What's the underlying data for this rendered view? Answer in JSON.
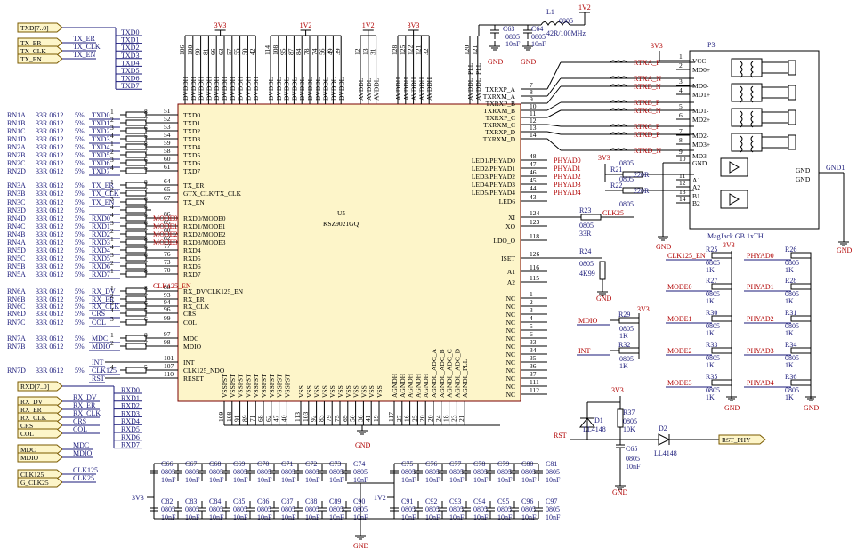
{
  "ic": {
    "ref": "U5",
    "part": "KSZ9021GQ",
    "left_pins": [
      {
        "num": "51",
        "name": "TXD0"
      },
      {
        "num": "52",
        "name": "TXD1"
      },
      {
        "num": "53",
        "name": "TXD2"
      },
      {
        "num": "54",
        "name": "TXD3"
      },
      {
        "num": "59",
        "name": "TXD4"
      },
      {
        "num": "58",
        "name": "TXD5"
      },
      {
        "num": "60",
        "name": "TXD6"
      },
      {
        "num": "61",
        "name": "TXD7"
      },
      {
        "num": "64",
        "name": "TX_ER"
      },
      {
        "num": "65",
        "name": "GTX_CLK/TX_CLK"
      },
      {
        "num": "67",
        "name": "TX_EN"
      },
      {
        "num": "86",
        "name": "RXD0/MODE0"
      },
      {
        "num": "85",
        "name": "RXD1/MODE1"
      },
      {
        "num": "80",
        "name": "RXD2/MODE2"
      },
      {
        "num": "82",
        "name": "RXD3/MODE3"
      },
      {
        "num": "77",
        "name": "RXD4"
      },
      {
        "num": "76",
        "name": "RXD5"
      },
      {
        "num": "73",
        "name": "RXD6"
      },
      {
        "num": "70",
        "name": "RXD7"
      },
      {
        "num": "88",
        "name": "RX_DV/CLK125_EN"
      },
      {
        "num": "93",
        "name": "RX_ER"
      },
      {
        "num": "94",
        "name": "RX_CLK"
      },
      {
        "num": "96",
        "name": "CRS"
      },
      {
        "num": "99",
        "name": "COL"
      },
      {
        "num": "97",
        "name": "MDC"
      },
      {
        "num": "98",
        "name": "MDIO"
      },
      {
        "num": "101",
        "name": "INT"
      },
      {
        "num": "107",
        "name": "CLK125_NDO"
      },
      {
        "num": "110",
        "name": "RESET"
      }
    ],
    "right_pins": [
      {
        "num": "7",
        "name": "TXRXP_A"
      },
      {
        "num": "8",
        "name": "TXRXM_A"
      },
      {
        "num": "9",
        "name": "TXRXP_B"
      },
      {
        "num": "10",
        "name": "TXRXM_B"
      },
      {
        "num": "11",
        "name": "TXRXP_C"
      },
      {
        "num": "12",
        "name": "TXRXM_C"
      },
      {
        "num": "13",
        "name": "TXRXP_D"
      },
      {
        "num": "14",
        "name": "TXRXM_D"
      },
      {
        "num": "48",
        "name": "LED1/PHYAD0"
      },
      {
        "num": "47",
        "name": "LED2/PHYAD1"
      },
      {
        "num": "46",
        "name": "LED3/PHYAD2"
      },
      {
        "num": "45",
        "name": "LED4/PHYAD3"
      },
      {
        "num": "44",
        "name": "LED5/PHYAD4"
      },
      {
        "num": "43",
        "name": "LED6"
      },
      {
        "num": "124",
        "name": "XI"
      },
      {
        "num": "123",
        "name": "XO"
      },
      {
        "num": "118",
        "name": "LDO_O"
      },
      {
        "num": "126",
        "name": "ISET"
      },
      {
        "num": "116",
        "name": "A1"
      },
      {
        "num": "115",
        "name": "A2"
      },
      {
        "num": "1",
        "name": "NC"
      },
      {
        "num": "2",
        "name": "NC"
      },
      {
        "num": "3",
        "name": "NC"
      },
      {
        "num": "4",
        "name": "NC"
      },
      {
        "num": "5",
        "name": "NC"
      },
      {
        "num": "6",
        "name": "NC"
      },
      {
        "num": "33",
        "name": "NC"
      },
      {
        "num": "34",
        "name": "NC"
      },
      {
        "num": "35",
        "name": "NC"
      },
      {
        "num": "36",
        "name": "NC"
      },
      {
        "num": "37",
        "name": "NC"
      },
      {
        "num": "111",
        "name": "NC"
      },
      {
        "num": "112",
        "name": "NC"
      }
    ],
    "top_groups": [
      {
        "rail": "3V3",
        "names": [
          "DVDDH",
          "DVDDH",
          "DVDDH",
          "DVDDH",
          "DVDDH",
          "DVDDH",
          "DVDDH",
          "DVDDH",
          "DVDDH",
          "DVDDH"
        ],
        "nums": [
          "106",
          "100",
          "90",
          "81",
          "66",
          "63",
          "57",
          "55",
          "50",
          "42"
        ]
      },
      {
        "rail": "1V2",
        "names": [
          "DVDDL",
          "DVDDL",
          "DVDDL",
          "DVDDL",
          "DVDDL",
          "DVDDL",
          "DVDDL",
          "DVDDL",
          "DVDDL",
          "DVDDL"
        ],
        "nums": [
          "114",
          "108",
          "95",
          "87",
          "84",
          "78",
          "74",
          "56",
          "49",
          "39"
        ]
      },
      {
        "rail": "1V2",
        "names": [
          "AVDDL",
          "AVDDL",
          "AVDDL"
        ],
        "nums": [
          "12",
          "13",
          "31"
        ]
      },
      {
        "rail": "3V3",
        "names": [
          "AVDDH",
          "AVDDH",
          "AVDDH",
          "AVDDH",
          "AVDDH"
        ],
        "nums": [
          "128",
          "125",
          "122",
          "121",
          "32"
        ]
      },
      {
        "rail": "",
        "names": [
          "AVDDL_PLL",
          "AVDDL_PLL"
        ],
        "nums": [
          "120",
          "121"
        ]
      }
    ],
    "bottom_groups": [
      {
        "names": [
          "VSSPST",
          "VSSPST",
          "VSSPST",
          "VSSPST",
          "VSSPST",
          "VSSPST",
          "VSSPST",
          "VSSPST",
          "VSSPST"
        ],
        "nums": [
          "109",
          "108",
          "91",
          "89",
          "71",
          "68",
          "62",
          "47",
          "40"
        ]
      },
      {
        "names": [
          "VSS",
          "VSS",
          "VSS",
          "VSS",
          "VSS",
          "VSS",
          "VSS",
          "VSS",
          "VSS",
          "VSS",
          "VSS"
        ],
        "nums": [
          "113",
          "103",
          "92",
          "83",
          "79",
          "75",
          "69",
          "50",
          "38",
          "41",
          "19"
        ]
      },
      {
        "names": [
          "AGNDH",
          "AGNDH",
          "AGNDH",
          "AGNDH",
          "AGNDH",
          "AGNDL_ADC_A",
          "AGNDL_ADC_B",
          "AGNDL_ADC_C",
          "AGNDL_ADC_D",
          "AGNDL_PLL"
        ],
        "nums": [
          "117",
          "27",
          "16",
          "25",
          "20",
          "20",
          "24",
          "18",
          "23",
          "21"
        ]
      }
    ]
  },
  "left_resistors": [
    {
      "ref": "RN1A",
      "val": "33R 0612",
      "tol": "5%",
      "net": "TXD0",
      "a": "1",
      "b": "8"
    },
    {
      "ref": "RN1B",
      "val": "33R 0612",
      "tol": "5%",
      "net": "TXD1",
      "a": "2",
      "b": "7"
    },
    {
      "ref": "RN1C",
      "val": "33R 0612",
      "tol": "5%",
      "net": "TXD2",
      "a": "3",
      "b": "6"
    },
    {
      "ref": "RN1D",
      "val": "33R 0612",
      "tol": "5%",
      "net": "TXD3",
      "a": "4",
      "b": "5"
    },
    {
      "ref": "RN2A",
      "val": "33R 0612",
      "tol": "5%",
      "net": "TXD4",
      "a": "1",
      "b": "8"
    },
    {
      "ref": "RN2B",
      "val": "33R 0612",
      "tol": "5%",
      "net": "TXD5",
      "a": "2",
      "b": "7"
    },
    {
      "ref": "RN2C",
      "val": "33R 0612",
      "tol": "5%",
      "net": "TXD6",
      "a": "3",
      "b": "6"
    },
    {
      "ref": "RN2D",
      "val": "33R 0612",
      "tol": "5%",
      "net": "TXD7",
      "a": "4",
      "b": "5"
    },
    {
      "ref": "RN3A",
      "val": "33R 0612",
      "tol": "5%",
      "net": "TX_ER",
      "a": "1",
      "b": "8"
    },
    {
      "ref": "RN3B",
      "val": "33R 0612",
      "tol": "5%",
      "net": "TX_CLK",
      "a": "2",
      "b": "7"
    },
    {
      "ref": "RN3C",
      "val": "33R 0612",
      "tol": "5%",
      "net": "TX_EN",
      "a": "3",
      "b": "6"
    },
    {
      "ref": "RN3D",
      "val": "33R 0612",
      "tol": "5%",
      "net": "",
      "a": "4",
      "b": "5"
    },
    {
      "ref": "RN4D",
      "val": "33R 0612",
      "tol": "5%",
      "net": "RXD0",
      "a": "4",
      "b": "5"
    },
    {
      "ref": "RN4C",
      "val": "33R 0612",
      "tol": "5%",
      "net": "RXD1",
      "a": "3",
      "b": "6"
    },
    {
      "ref": "RN4B",
      "val": "33R 0612",
      "tol": "5%",
      "net": "RXD2",
      "a": "2",
      "b": "7"
    },
    {
      "ref": "RN4A",
      "val": "33R 0612",
      "tol": "5%",
      "net": "RXD3",
      "a": "1",
      "b": "8"
    },
    {
      "ref": "RN5D",
      "val": "33R 0612",
      "tol": "5%",
      "net": "RXD4",
      "a": "4",
      "b": "5"
    },
    {
      "ref": "RN5C",
      "val": "33R 0612",
      "tol": "5%",
      "net": "RXD5",
      "a": "3",
      "b": "6"
    },
    {
      "ref": "RN5B",
      "val": "33R 0612",
      "tol": "5%",
      "net": "RXD6",
      "a": "2",
      "b": "7"
    },
    {
      "ref": "RN5A",
      "val": "33R 0612",
      "tol": "5%",
      "net": "RXD7",
      "a": "1",
      "b": "8"
    },
    {
      "ref": "RN6A",
      "val": "33R 0612",
      "tol": "5%",
      "net": "RX_DV",
      "a": "1",
      "b": "8"
    },
    {
      "ref": "RN6B",
      "val": "33R 0612",
      "tol": "5%",
      "net": "RX_ER",
      "a": "2",
      "b": "7"
    },
    {
      "ref": "RN6C",
      "val": "33R 0612",
      "tol": "5%",
      "net": "RX_CLK",
      "a": "3",
      "b": "6"
    },
    {
      "ref": "RN6D",
      "val": "33R 0612",
      "tol": "5%",
      "net": "CRS",
      "a": "4",
      "b": "5"
    },
    {
      "ref": "RN7C",
      "val": "33R 0612",
      "tol": "5%",
      "net": "COL",
      "a": "3",
      "b": "6"
    },
    {
      "ref": "RN7A",
      "val": "33R 0612",
      "tol": "5%",
      "net": "MDC",
      "a": "1",
      "b": "8"
    },
    {
      "ref": "RN7B",
      "val": "33R 0612",
      "tol": "5%",
      "net": "MDIO",
      "a": "2",
      "b": "7"
    },
    {
      "ref": "RN7D",
      "val": "33R 0612",
      "tol": "5%",
      "net": "CLK125",
      "a": "4",
      "b": "5"
    }
  ],
  "mode_labels": [
    "MODE0",
    "MODE1",
    "MODE2",
    "MODE3"
  ],
  "clk125_en_label": "CLK125_EN",
  "int_label": "INT",
  "rst_label": "RST",
  "ports_left": [
    {
      "name": "TXD[7..0]"
    },
    {
      "name": "TX_ER"
    },
    {
      "name": "TX_CLK"
    },
    {
      "name": "TX_EN"
    },
    {
      "name": "RXD[7..0]"
    },
    {
      "name": "RX_DV"
    },
    {
      "name": "RX_ER"
    },
    {
      "name": "RX_CLK"
    },
    {
      "name": "CRS"
    },
    {
      "name": "COL"
    },
    {
      "name": "MDC"
    },
    {
      "name": "MDIO"
    },
    {
      "name": "CLK125"
    },
    {
      "name": "G_CLK25"
    }
  ],
  "tx_bus_nets": [
    "TXD0",
    "TXD1",
    "TXD2",
    "TXD3",
    "TXD4",
    "TXD5",
    "TXD6",
    "TXD7"
  ],
  "rx_bus_nets": [
    "RXD0",
    "RXD1",
    "RXD2",
    "RXD3",
    "RXD4",
    "RXD5",
    "RXD6",
    "RXD7"
  ],
  "ctl_tx_nets": [
    "TX_ER",
    "TX_CLK",
    "TX_EN"
  ],
  "ctl_rx_nets": [
    "RX_DV",
    "RX_ER",
    "RX_CLK",
    "CRS",
    "COL"
  ],
  "mdio_nets": [
    "MDC",
    "MDIO"
  ],
  "clk_nets": [
    "CLK125",
    "CLK25"
  ],
  "inductor": {
    "ref": "L1",
    "pkg": "0805",
    "val": "42R/100MHz",
    "rail": "1V2"
  },
  "c63": {
    "ref": "C63",
    "pkg": "0805",
    "val": "10nF"
  },
  "c64": {
    "ref": "C64",
    "pkg": "0805",
    "val": "10nF"
  },
  "gnd": "GND",
  "rail_3v3": "3V3",
  "rail_1v2": "1V2",
  "rtx_nets": [
    "RTXA_P",
    "RTXA_N",
    "RTXB_N",
    "RTXB_P",
    "RTXC_N",
    "RTXC_P",
    "RTXD_P",
    "RTXD_N"
  ],
  "phyad_nets": [
    "PHYAD0",
    "PHYAD1",
    "PHYAD2",
    "PHYAD3",
    "PHYAD4"
  ],
  "led_r": [
    {
      "ref": "R21",
      "pkg": "0805",
      "val": "220R"
    },
    {
      "ref": "R22",
      "pkg": "0805",
      "val": "220R"
    }
  ],
  "r23": {
    "ref": "R23",
    "pkg": "0805",
    "val": "33R"
  },
  "r24": {
    "ref": "R24",
    "pkg": "0805",
    "val": "4K99"
  },
  "r37": {
    "ref": "R37",
    "pkg": "0805",
    "val": "10K"
  },
  "c65": {
    "ref": "C65",
    "pkg": "0805",
    "val": "10nF"
  },
  "d1": {
    "ref": "D1",
    "part": "LL4148"
  },
  "d2": {
    "ref": "D2",
    "part": "LL4148"
  },
  "rst_phy": "RST_PHY",
  "connector": {
    "ref": "P3",
    "part": "MagJack GB 1xTH",
    "pins": [
      {
        "num": "1",
        "name": "VCC"
      },
      {
        "num": "2",
        "name": "MD0+"
      },
      {
        "num": "3",
        "name": "MD0-"
      },
      {
        "num": "4",
        "name": "MD1+"
      },
      {
        "num": "5",
        "name": "MD1-"
      },
      {
        "num": "6",
        "name": "MD2+"
      },
      {
        "num": "7",
        "name": "MD2-"
      },
      {
        "num": "8",
        "name": "MD3+"
      },
      {
        "num": "9",
        "name": "MD3-"
      },
      {
        "num": "10",
        "name": "GND"
      },
      {
        "num": "11",
        "name": "A1"
      },
      {
        "num": "12",
        "name": "A2"
      },
      {
        "num": "13",
        "name": "B1"
      },
      {
        "num": "14",
        "name": "B2"
      }
    ],
    "gnd_pins": [
      "GND",
      "GND"
    ]
  },
  "gnd1": "GND1",
  "strap_resistors": [
    {
      "ref": "R25",
      "pkg": "0805",
      "val": "1K",
      "net": "CLK125_EN"
    },
    {
      "ref": "R26",
      "pkg": "0805",
      "val": "1K",
      "net": "PHYAD0"
    },
    {
      "ref": "R27",
      "pkg": "0805",
      "val": "1K",
      "net": "MODE0"
    },
    {
      "ref": "R28",
      "pkg": "0805",
      "val": "1K",
      "net": "PHYAD1"
    },
    {
      "ref": "R30",
      "pkg": "0805",
      "val": "1K",
      "net": "MODE1"
    },
    {
      "ref": "R31",
      "pkg": "0805",
      "val": "1K",
      "net": "PHYAD2"
    },
    {
      "ref": "R33",
      "pkg": "0805",
      "val": "1K",
      "net": "MODE2"
    },
    {
      "ref": "R34",
      "pkg": "0805",
      "val": "1K",
      "net": "PHYAD3"
    },
    {
      "ref": "R35",
      "pkg": "0805",
      "val": "1K",
      "net": "MODE3"
    },
    {
      "ref": "R36",
      "pkg": "0805",
      "val": "1K",
      "net": "PHYAD4"
    }
  ],
  "pullups": [
    {
      "ref": "R29",
      "pkg": "0805",
      "val": "1K",
      "net": "MDIO"
    },
    {
      "ref": "R32",
      "pkg": "0805",
      "val": "1K",
      "net": "INT"
    }
  ],
  "decaps_top": [
    {
      "ref": "C66",
      "pkg": "0805",
      "val": "10nF"
    },
    {
      "ref": "C67",
      "pkg": "0805",
      "val": "10nF"
    },
    {
      "ref": "C68",
      "pkg": "0805",
      "val": "10nF"
    },
    {
      "ref": "C69",
      "pkg": "0805",
      "val": "10nF"
    },
    {
      "ref": "C70",
      "pkg": "0805",
      "val": "10nF"
    },
    {
      "ref": "C71",
      "pkg": "0805",
      "val": "10nF"
    },
    {
      "ref": "C72",
      "pkg": "0805",
      "val": "10nF"
    },
    {
      "ref": "C73",
      "pkg": "0805",
      "val": "10nF"
    },
    {
      "ref": "C74",
      "pkg": "0805",
      "val": "10nF"
    },
    {
      "ref": "C75",
      "pkg": "0805",
      "val": "10nF"
    },
    {
      "ref": "C76",
      "pkg": "0805",
      "val": "10nF"
    },
    {
      "ref": "C77",
      "pkg": "0805",
      "val": "10nF"
    },
    {
      "ref": "C78",
      "pkg": "0805",
      "val": "10nF"
    },
    {
      "ref": "C79",
      "pkg": "0805",
      "val": "10nF"
    },
    {
      "ref": "C80",
      "pkg": "0805",
      "val": "10nF"
    },
    {
      "ref": "C81",
      "pkg": "0805",
      "val": "10nF"
    }
  ],
  "decaps_bot": [
    {
      "ref": "C82",
      "pkg": "0805",
      "val": "10nF"
    },
    {
      "ref": "C83",
      "pkg": "0805",
      "val": "10nF"
    },
    {
      "ref": "C84",
      "pkg": "0805",
      "val": "10nF"
    },
    {
      "ref": "C85",
      "pkg": "0805",
      "val": "10nF"
    },
    {
      "ref": "C86",
      "pkg": "0805",
      "val": "10nF"
    },
    {
      "ref": "C87",
      "pkg": "0805",
      "val": "10nF"
    },
    {
      "ref": "C88",
      "pkg": "0805",
      "val": "10nF"
    },
    {
      "ref": "C89",
      "pkg": "0805",
      "val": "10nF"
    },
    {
      "ref": "C90",
      "pkg": "0805",
      "val": "10nF"
    },
    {
      "ref": "C91",
      "pkg": "0805",
      "val": "10nF"
    },
    {
      "ref": "C92",
      "pkg": "0805",
      "val": "10nF"
    },
    {
      "ref": "C93",
      "pkg": "0805",
      "val": "10nF"
    },
    {
      "ref": "C94",
      "pkg": "0805",
      "val": "10nF"
    },
    {
      "ref": "C95",
      "pkg": "0805",
      "val": "10nF"
    },
    {
      "ref": "C96",
      "pkg": "0805",
      "val": "10nF"
    },
    {
      "ref": "C97",
      "pkg": "0805",
      "val": "10nF"
    }
  ]
}
